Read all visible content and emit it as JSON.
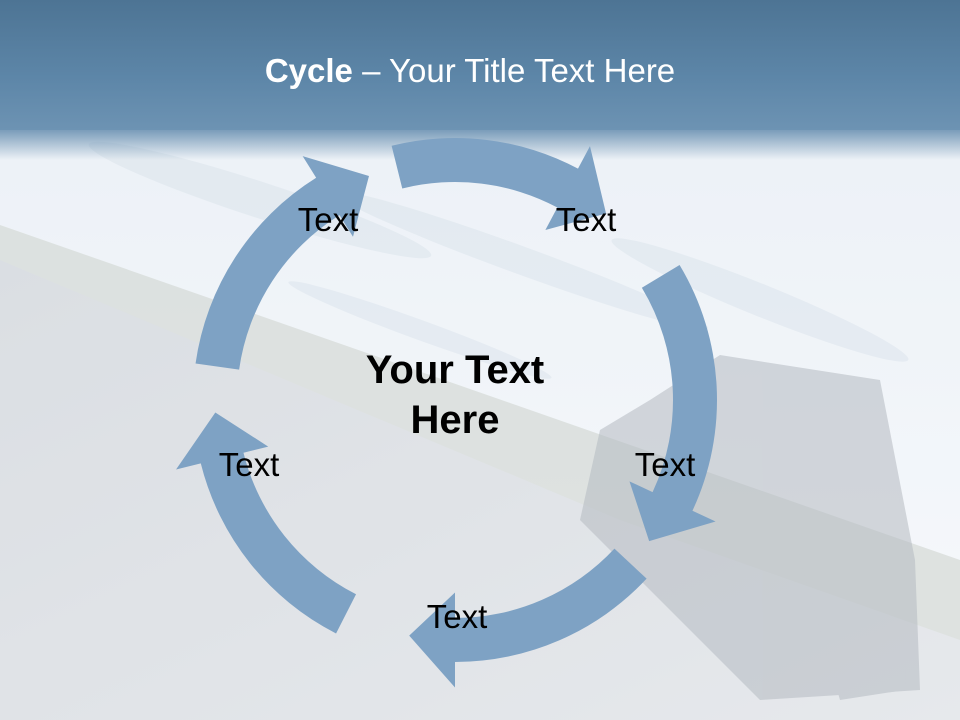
{
  "title": {
    "bold": "Cycle",
    "rest": " – Your Title Text Here"
  },
  "center": {
    "line1": "Your Text",
    "line2": "Here"
  },
  "nodes": [
    {
      "label": "Text"
    },
    {
      "label": "Text"
    },
    {
      "label": "Text"
    },
    {
      "label": "Text"
    },
    {
      "label": "Text"
    }
  ],
  "colors": {
    "arrow": "#7ea2c4",
    "title_bar": "#5d86a8"
  }
}
